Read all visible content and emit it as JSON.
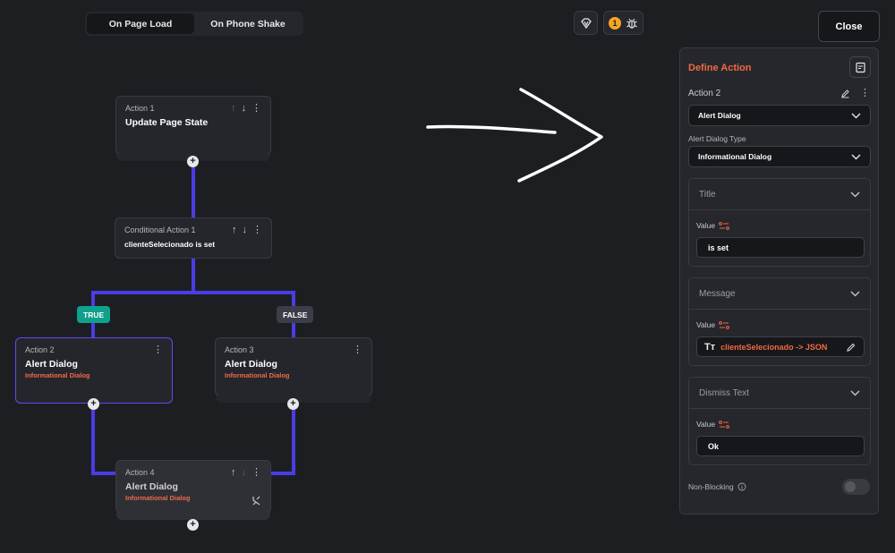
{
  "tabs": [
    {
      "label": "On Page Load",
      "active": true
    },
    {
      "label": "On Phone Shake",
      "active": false
    }
  ],
  "toolbar": {
    "close_label": "Close",
    "issue_count": "1"
  },
  "nodes": {
    "action1": {
      "label": "Action 1",
      "title": "Update Page State"
    },
    "conditional": {
      "label": "Conditional Action 1",
      "title": "clienteSelecionado is set"
    },
    "action2": {
      "label": "Action 2",
      "title": "Alert Dialog",
      "subtitle": "Informational Dialog"
    },
    "action3": {
      "label": "Action 3",
      "title": "Alert Dialog",
      "subtitle": "Informational Dialog"
    },
    "action4": {
      "label": "Action 4",
      "title": "Alert Dialog",
      "subtitle": "Informational Dialog"
    }
  },
  "branches": {
    "true_label": "TRUE",
    "false_label": "FALSE"
  },
  "panel": {
    "title": "Define Action",
    "action_label": "Action 2",
    "action_type": "Alert Dialog",
    "dialog_type_label": "Alert Dialog Type",
    "dialog_type": "Informational Dialog",
    "title_section": {
      "label": "Title",
      "value_label": "Value",
      "value": "is set"
    },
    "message_section": {
      "label": "Message",
      "value_label": "Value",
      "value": "clienteSelecionado -> JSON",
      "type_icon": "Tт"
    },
    "dismiss_section": {
      "label": "Dismiss Text",
      "value_label": "Value",
      "value": "Ok"
    },
    "non_blocking_label": "Non-Blocking",
    "non_blocking": false
  },
  "colors": {
    "accent": "#4b3ce6",
    "orange": "#ef6a43",
    "true_green": "#0fa18c"
  }
}
